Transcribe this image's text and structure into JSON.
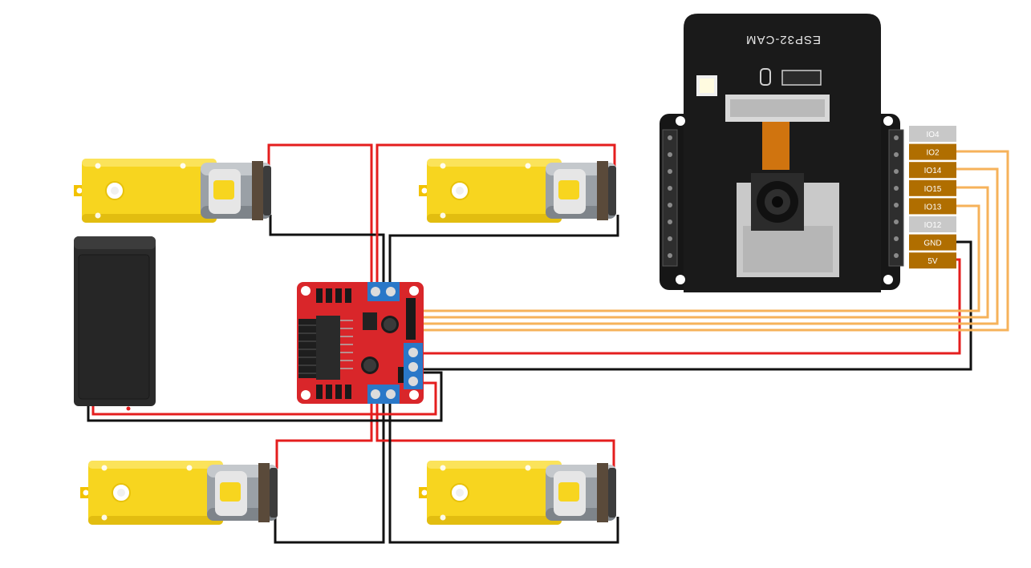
{
  "board": {
    "title": "ESP32-CAM"
  },
  "pins": [
    {
      "label": "IO4",
      "color": "#c8c8c8"
    },
    {
      "label": "IO2",
      "color": "#b06e00"
    },
    {
      "label": "IO14",
      "color": "#b06e00"
    },
    {
      "label": "IO15",
      "color": "#b06e00"
    },
    {
      "label": "IO13",
      "color": "#b06e00"
    },
    {
      "label": "IO12",
      "color": "#c8c8c8"
    },
    {
      "label": "GND",
      "color": "#b06e00"
    },
    {
      "label": "5V",
      "color": "#b06e00"
    }
  ],
  "colors": {
    "wire_red": "#e41e1e",
    "wire_black": "#111111",
    "wire_signal": "#f6b25a",
    "motor_body": "#f7d51f",
    "driver_board": "#d9262a",
    "terminal_block": "#2a78c8",
    "battery_box": "#2b2b2b",
    "esp_board": "#1a1a1a"
  },
  "icons": {
    "motors": "dc-gear-motor-icon",
    "driver": "l298n-motor-driver-icon",
    "battery": "battery-box-icon",
    "camera": "camera-module-icon"
  }
}
